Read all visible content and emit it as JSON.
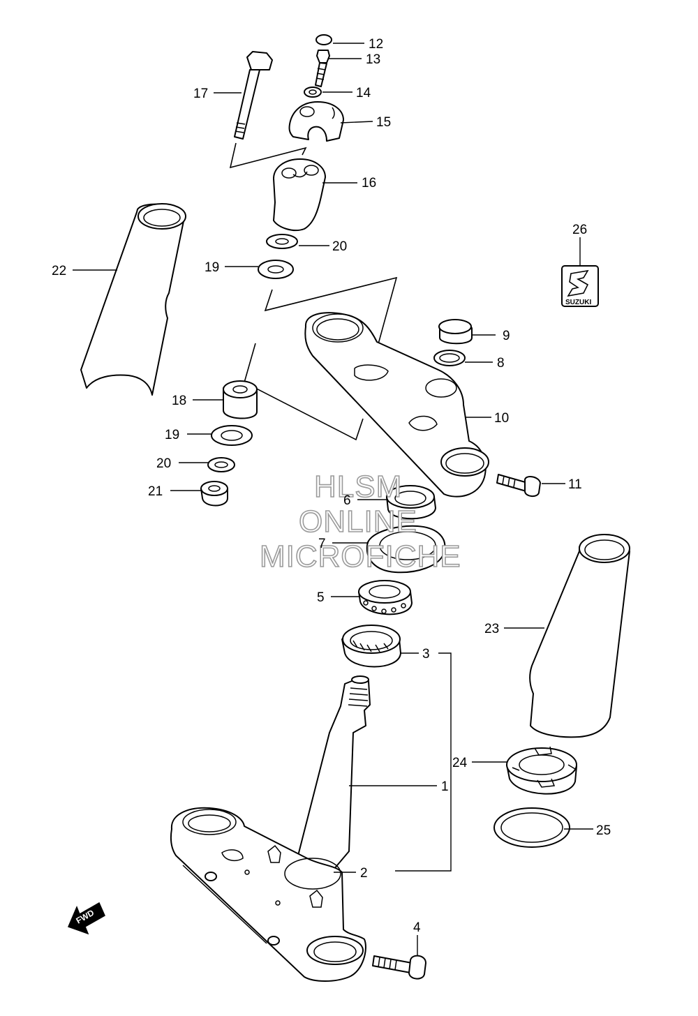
{
  "callouts": [
    {
      "id": "p1",
      "label": "1"
    },
    {
      "id": "p2",
      "label": "2"
    },
    {
      "id": "p3",
      "label": "3"
    },
    {
      "id": "p4",
      "label": "4"
    },
    {
      "id": "p5",
      "label": "5"
    },
    {
      "id": "p6",
      "label": "6"
    },
    {
      "id": "p7",
      "label": "7"
    },
    {
      "id": "p8",
      "label": "8"
    },
    {
      "id": "p9",
      "label": "9"
    },
    {
      "id": "p10",
      "label": "10"
    },
    {
      "id": "p11",
      "label": "11"
    },
    {
      "id": "p12",
      "label": "12"
    },
    {
      "id": "p13",
      "label": "13"
    },
    {
      "id": "p14",
      "label": "14"
    },
    {
      "id": "p15",
      "label": "15"
    },
    {
      "id": "p16",
      "label": "16"
    },
    {
      "id": "p17",
      "label": "17"
    },
    {
      "id": "p18",
      "label": "18"
    },
    {
      "id": "p19a",
      "label": "19"
    },
    {
      "id": "p19b",
      "label": "19"
    },
    {
      "id": "p20a",
      "label": "20"
    },
    {
      "id": "p20b",
      "label": "20"
    },
    {
      "id": "p21",
      "label": "21"
    },
    {
      "id": "p22",
      "label": "22"
    },
    {
      "id": "p23",
      "label": "23"
    },
    {
      "id": "p24",
      "label": "24"
    },
    {
      "id": "p25",
      "label": "25"
    },
    {
      "id": "p26",
      "label": "26"
    }
  ],
  "watermark": {
    "line1": "HLSM",
    "line2": "ONLINE",
    "line3": "MICROFICHE"
  },
  "emblem": {
    "text": "SUZUKI",
    "icon": "suzuki-s-logo-icon"
  },
  "direction_badge": {
    "text": "FWD",
    "icon": "fwd-arrow-icon"
  }
}
